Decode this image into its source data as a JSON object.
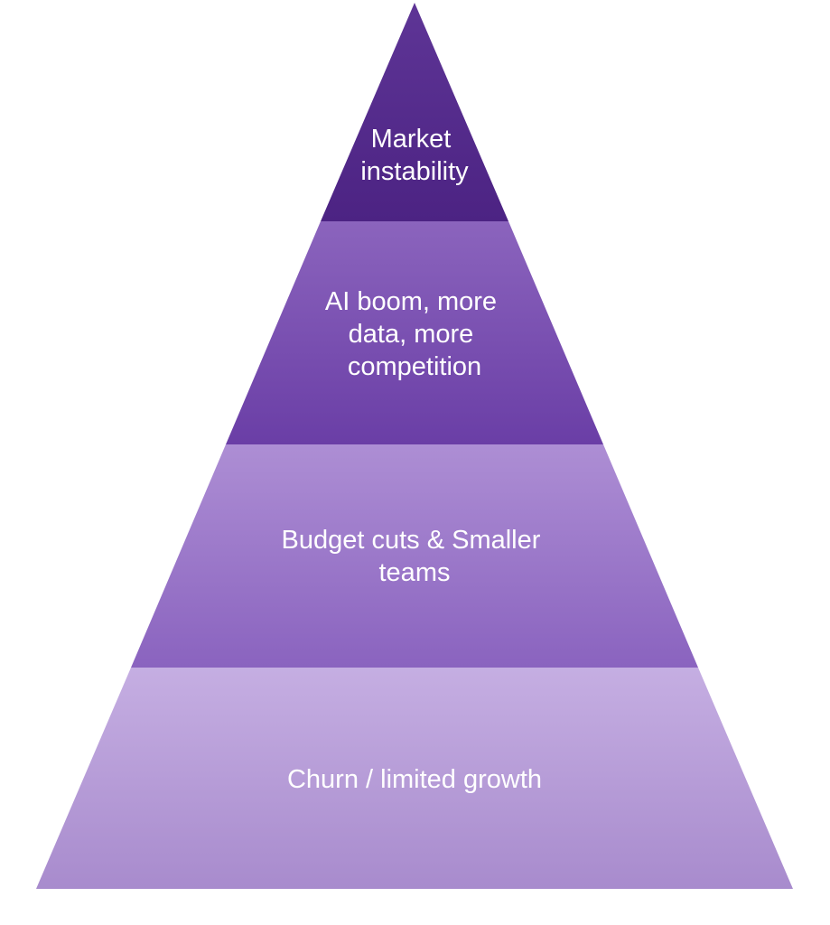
{
  "diagram": {
    "type": "pyramid",
    "tiers": [
      {
        "lines": [
          "Market",
          "instability"
        ],
        "color_top": "#5e3596",
        "color_bottom": "#4c2383"
      },
      {
        "lines": [
          "AI boom, more",
          "data, more",
          "competition"
        ],
        "color_top": "#8b64bd",
        "color_bottom": "#6a3ea6"
      },
      {
        "lines": [
          "Budget cuts & Smaller",
          "teams"
        ],
        "color_top": "#ad8ed4",
        "color_bottom": "#8a63bf"
      },
      {
        "lines": [
          "Churn / limited growth"
        ],
        "color_top": "#c5aee2",
        "color_bottom": "#a88bcd"
      }
    ]
  }
}
